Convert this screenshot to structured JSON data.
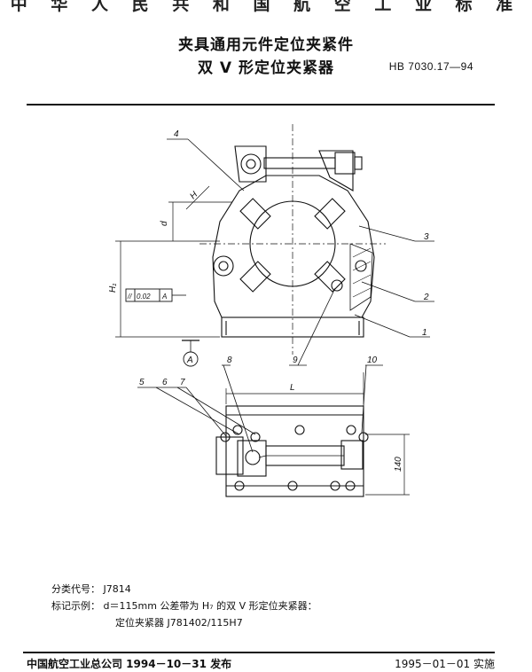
{
  "header": {
    "standard_org": "中 华 人 民 共 和 国 航 空 工 业 标 准",
    "title_line1": "夹具通用元件定位夹紧件",
    "title_line2": "双 V 形定位夹紧器",
    "standard_number": "HB 7030.17—94"
  },
  "drawing": {
    "callouts": [
      "1",
      "2",
      "3",
      "4",
      "5",
      "6",
      "7",
      "8",
      "9",
      "10"
    ],
    "dimensions": {
      "H": "H",
      "d": "d",
      "H1": "H₁",
      "L": "L",
      "height_140": "140"
    },
    "tolerance_frame": {
      "symbol": "//",
      "value": "0.02",
      "datum": "A"
    },
    "datum_label": "A"
  },
  "meta": {
    "classification_label": "分类代号：",
    "classification_value": "J7814",
    "example_label": "标记示例：",
    "example_line1": "d＝115mm 公差带为 H₇ 的双 V 形定位夹紧器：",
    "example_line2": "定位夹紧器  J781402/115H7"
  },
  "footer": {
    "issued": "中国航空工业总公司 1994－10－31 发布",
    "effective": "1995－01－01 实施"
  }
}
